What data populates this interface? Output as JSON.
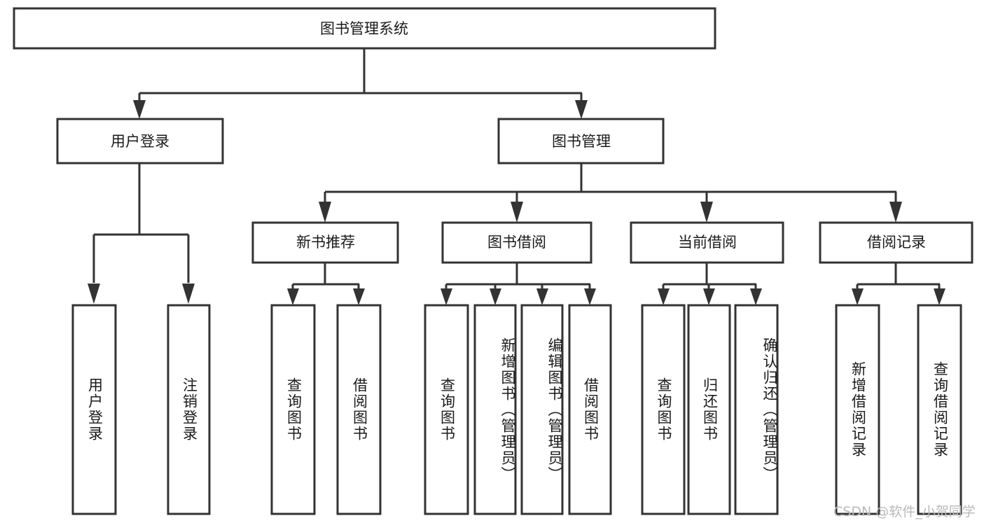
{
  "diagram": {
    "title": "图书管理系统",
    "type": "tree",
    "background_color": "#ffffff",
    "box_fill": "#ffffff",
    "box_border_color": "#333333",
    "connector_color": "#333333",
    "levels": [
      {
        "level": 1,
        "nodes": [
          {
            "id": "root",
            "label": "图书管理系统",
            "orientation": "horizontal"
          }
        ]
      },
      {
        "level": 2,
        "nodes": [
          {
            "id": "login",
            "label": "用户登录",
            "orientation": "horizontal",
            "parent": "root"
          },
          {
            "id": "bookmgmt",
            "label": "图书管理",
            "orientation": "horizontal",
            "parent": "root"
          }
        ]
      },
      {
        "level": 3,
        "nodes": [
          {
            "id": "newbook",
            "label": "新书推荐",
            "orientation": "horizontal",
            "parent": "bookmgmt"
          },
          {
            "id": "borrow",
            "label": "图书借阅",
            "orientation": "horizontal",
            "parent": "bookmgmt"
          },
          {
            "id": "current",
            "label": "当前借阅",
            "orientation": "horizontal",
            "parent": "bookmgmt"
          },
          {
            "id": "record",
            "label": "借阅记录",
            "orientation": "horizontal",
            "parent": "bookmgmt"
          }
        ]
      },
      {
        "level": 4,
        "nodes": [
          {
            "id": "leaf-1",
            "label": "用户登录",
            "orientation": "vertical",
            "parent": "login"
          },
          {
            "id": "leaf-2",
            "label": "注销登录",
            "orientation": "vertical",
            "parent": "login"
          },
          {
            "id": "leaf-3",
            "label": "查询图书",
            "orientation": "vertical",
            "parent": "newbook"
          },
          {
            "id": "leaf-4",
            "label": "借阅图书",
            "orientation": "vertical",
            "parent": "newbook"
          },
          {
            "id": "leaf-5",
            "label": "查询图书",
            "orientation": "vertical",
            "parent": "borrow"
          },
          {
            "id": "leaf-6",
            "label": "新增图书（管理员）",
            "orientation": "vertical",
            "parent": "borrow"
          },
          {
            "id": "leaf-7",
            "label": "编辑图书（管理员）",
            "orientation": "vertical",
            "parent": "borrow"
          },
          {
            "id": "leaf-8",
            "label": "借阅图书",
            "orientation": "vertical",
            "parent": "borrow"
          },
          {
            "id": "leaf-9",
            "label": "查询图书",
            "orientation": "vertical",
            "parent": "current"
          },
          {
            "id": "leaf-10",
            "label": "归还图书",
            "orientation": "vertical",
            "parent": "current"
          },
          {
            "id": "leaf-11",
            "label": "确认归还（管理员）",
            "orientation": "vertical",
            "parent": "current"
          },
          {
            "id": "leaf-12",
            "label": "新增借阅记录",
            "orientation": "vertical",
            "parent": "record"
          },
          {
            "id": "leaf-13",
            "label": "查询借阅记录",
            "orientation": "vertical",
            "parent": "record"
          }
        ]
      }
    ]
  },
  "watermark": {
    "text": "CSDN @软件_小贺同学"
  }
}
